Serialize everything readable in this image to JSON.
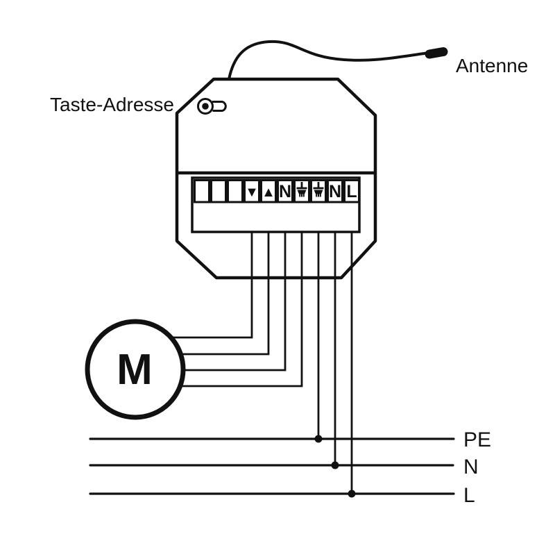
{
  "diagram_type": "wiring-diagram",
  "colors": {
    "line": "#111111",
    "background": "#ffffff"
  },
  "device": {
    "address_button_label": "Taste-Adresse",
    "antenna_label": "Antenne",
    "terminals": [
      {
        "label": "",
        "icon": ""
      },
      {
        "label": "",
        "icon": ""
      },
      {
        "label": "",
        "icon": ""
      },
      {
        "label": "▼",
        "icon": ""
      },
      {
        "label": "▲",
        "icon": ""
      },
      {
        "label": "N",
        "icon": ""
      },
      {
        "label": "",
        "icon": "earth-icon"
      },
      {
        "label": "",
        "icon": "earth-icon"
      },
      {
        "label": "N",
        "icon": ""
      },
      {
        "label": "L",
        "icon": ""
      }
    ]
  },
  "motor": {
    "label": "M"
  },
  "bus": [
    {
      "label": "PE"
    },
    {
      "label": "N"
    },
    {
      "label": "L"
    }
  ]
}
